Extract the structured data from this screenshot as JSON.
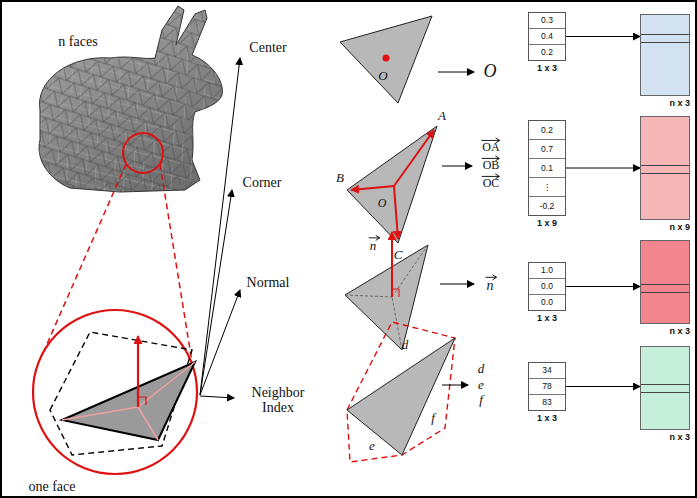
{
  "diagram": {
    "nodes": [
      {
        "text": [
          "0.3",
          "0.4",
          "0.2",
          "1 x 3"
        ]
      },
      {
        "text": [
          "n x 3"
        ]
      },
      {
        "text": [
          "0.2",
          "0.7",
          "0.1",
          "⋮",
          "-0.2",
          "1 x 9"
        ]
      },
      {
        "text": [
          "n x 9"
        ]
      },
      {
        "text": [
          "1.0",
          "0.0",
          "0.0",
          "1 x 3"
        ]
      },
      {
        "text": [
          "n x 3"
        ]
      },
      {
        "text": [
          "34",
          "78",
          "83",
          "1 x 3"
        ]
      },
      {
        "text": [
          "n x 3"
        ]
      }
    ],
    "edges": [
      {
        "from": 0,
        "to": 1,
        "arrow": "to"
      },
      {
        "from": 2,
        "to": 3,
        "arrow": "to"
      },
      {
        "from": 4,
        "to": 5,
        "arrow": "to"
      },
      {
        "from": 6,
        "to": 7,
        "arrow": "to"
      }
    ],
    "labels": [
      "n faces",
      "one face",
      "Center",
      "Corner",
      "Normal",
      "Neighbor Index",
      "O",
      "O",
      "A",
      "B",
      "C",
      "O",
      "OA",
      "OB",
      "OC",
      "n",
      "n",
      "d",
      "e",
      "f",
      "d",
      "e",
      "f"
    ]
  }
}
